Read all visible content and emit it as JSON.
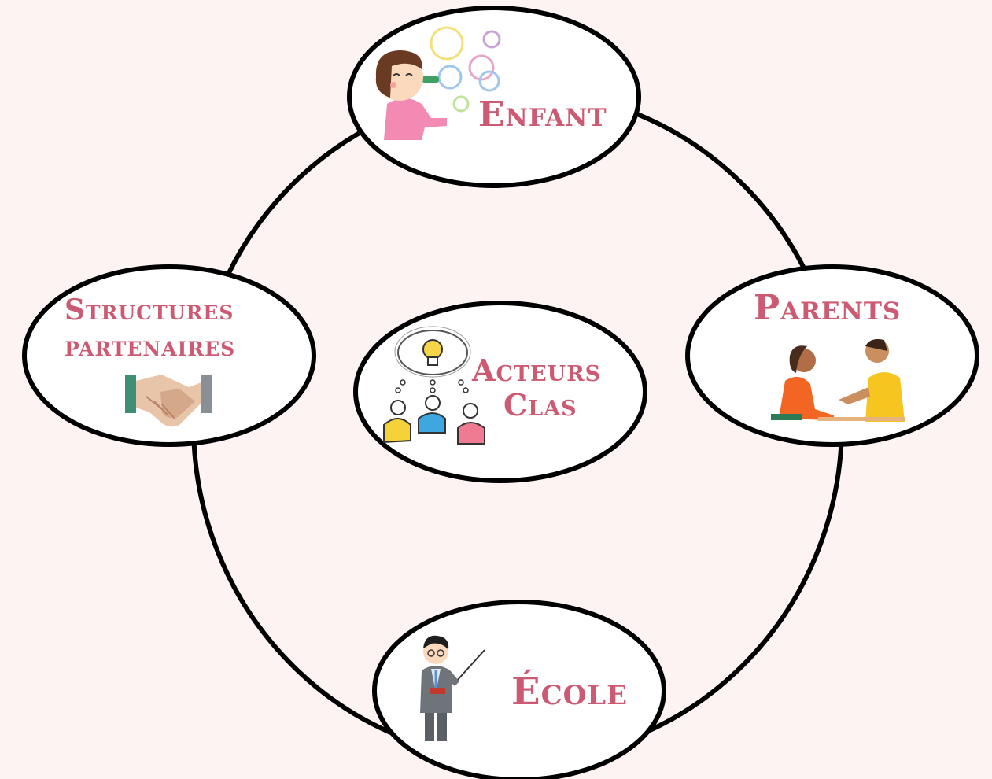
{
  "colors": {
    "background": "#fdf3f2",
    "label": "#cc5a72",
    "outline": "#000000",
    "node_fill": "#ffffff"
  },
  "nodes": {
    "enfant": {
      "label": "Enfant",
      "icon": "child-blowing-bubbles-icon"
    },
    "parents": {
      "label": "Parents",
      "icon": "two-people-talking-icon"
    },
    "ecole": {
      "label": "École",
      "icon": "teacher-with-pointer-icon"
    },
    "structures": {
      "label_line1": "Structures",
      "label_line2": "partenaires",
      "icon": "handshake-icon"
    },
    "acteurs": {
      "label_line1": "Acteurs",
      "label_line2": "Clas",
      "icon": "team-idea-bulb-icon"
    }
  }
}
